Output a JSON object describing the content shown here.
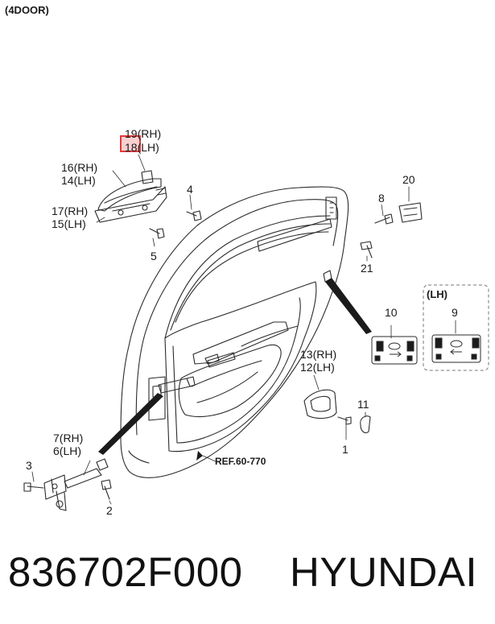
{
  "variant_label": "(4DOOR)",
  "panel_variant_label": "(LH)",
  "ref_label": "REF.60-770",
  "callouts": {
    "p19": "19(RH)",
    "p18": "18(LH)",
    "p16": "16(RH)",
    "p14": "14(LH)",
    "p17": "17(RH)",
    "p15": "15(LH)",
    "p4": "4",
    "p5": "5",
    "p8": "8",
    "p20": "20",
    "p21": "21",
    "p10": "10",
    "p9": "9",
    "p13": "13(RH)",
    "p12": "12(LH)",
    "p11": "11",
    "p1": "1",
    "p7": "7(RH)",
    "p6": "6(LH)",
    "p3": "3",
    "p2": "2"
  },
  "footer": {
    "part_number": "836702F000",
    "brand": "HYUNDAI"
  },
  "colors": {
    "line": "#2b2b2b",
    "highlight": "#e23b3b",
    "lock_panel_dash": "#777777"
  }
}
